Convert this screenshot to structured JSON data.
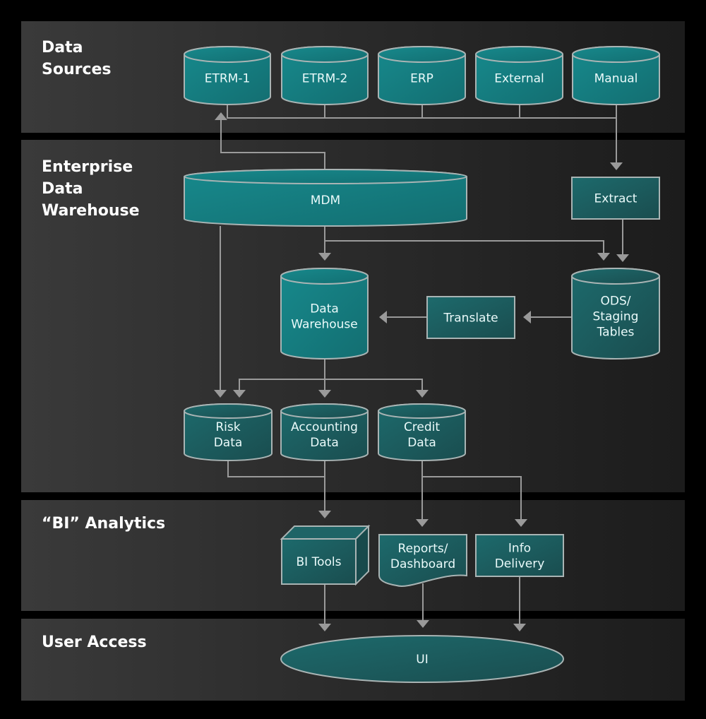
{
  "layers": [
    {
      "id": "data-sources",
      "title": "Data\nSources"
    },
    {
      "id": "enterprise-data-warehouse",
      "title": "Enterprise\nData\nWarehouse"
    },
    {
      "id": "bi-analytics",
      "title": "“BI” Analytics"
    },
    {
      "id": "user-access",
      "title": "User Access"
    }
  ],
  "nodes": {
    "etrm1": {
      "label": "ETRM-1",
      "shape": "cylinder"
    },
    "etrm2": {
      "label": "ETRM-2",
      "shape": "cylinder"
    },
    "erp": {
      "label": "ERP",
      "shape": "cylinder"
    },
    "external": {
      "label": "External",
      "shape": "cylinder"
    },
    "manual": {
      "label": "Manual",
      "shape": "cylinder"
    },
    "mdm": {
      "label": "MDM",
      "shape": "cylinder"
    },
    "extract": {
      "label": "Extract",
      "shape": "rectangle"
    },
    "data_warehouse": {
      "label": "Data\nWarehouse",
      "shape": "cylinder"
    },
    "translate": {
      "label": "Translate",
      "shape": "rectangle"
    },
    "ods": {
      "label": "ODS/\nStaging\nTables",
      "shape": "cylinder"
    },
    "risk": {
      "label": "Risk\nData",
      "shape": "cylinder"
    },
    "accounting": {
      "label": "Accounting\nData",
      "shape": "cylinder"
    },
    "credit": {
      "label": "Credit\nData",
      "shape": "cylinder"
    },
    "bi_tools": {
      "label": "BI Tools",
      "shape": "cube"
    },
    "reports": {
      "label": "Reports/\nDashboard",
      "shape": "document"
    },
    "info_delivery": {
      "label": "Info\nDelivery",
      "shape": "rectangle"
    },
    "ui": {
      "label": "UI",
      "shape": "ellipse"
    }
  },
  "edges": [
    {
      "from": "sources-bus",
      "to": "extract"
    },
    {
      "from": "mdm",
      "to": "etrm1"
    },
    {
      "from": "extract",
      "to": "ods"
    },
    {
      "from": "mdm",
      "to": "data_warehouse"
    },
    {
      "from": "mdm",
      "to": "ods"
    },
    {
      "from": "ods",
      "to": "translate"
    },
    {
      "from": "translate",
      "to": "data_warehouse"
    },
    {
      "from": "mdm",
      "to": "risk"
    },
    {
      "from": "data_warehouse",
      "to": "risk"
    },
    {
      "from": "data_warehouse",
      "to": "accounting"
    },
    {
      "from": "data_warehouse",
      "to": "credit"
    },
    {
      "from": "risk",
      "to": "bi_tools"
    },
    {
      "from": "accounting",
      "to": "bi_tools"
    },
    {
      "from": "credit",
      "to": "reports"
    },
    {
      "from": "credit",
      "to": "info_delivery"
    },
    {
      "from": "bi_tools",
      "to": "ui"
    },
    {
      "from": "reports",
      "to": "ui"
    },
    {
      "from": "info_delivery",
      "to": "ui"
    }
  ],
  "colors": {
    "background": "#000000",
    "node_fill_light": "#17898c",
    "node_fill_dark": "#1b4f51",
    "connector": "#9a9a9a",
    "text": "#ffffff"
  }
}
